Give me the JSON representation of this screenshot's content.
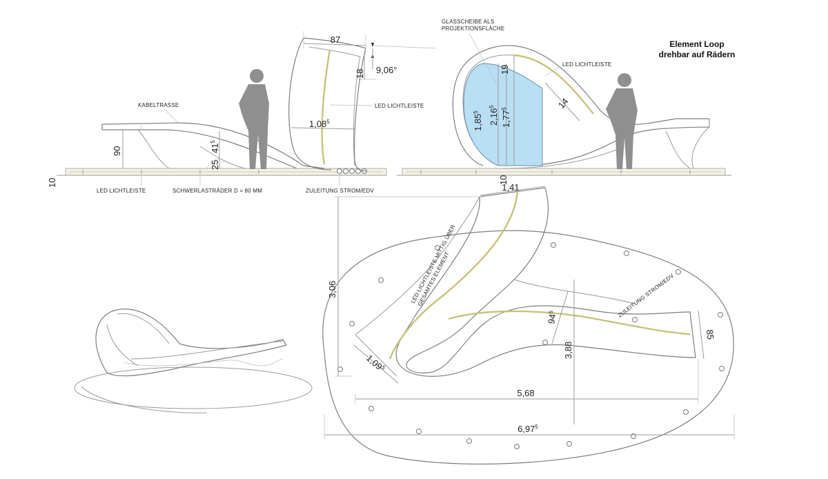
{
  "title": {
    "line1": "Element Loop",
    "line2": "drehbar auf Rädern"
  },
  "labels": {
    "kabeltrasse": "KABELTRASSE",
    "led_lichtleiste_left": "LED LICHTLEISTE",
    "led_lichtleiste_mid": "LED LICHTLEISTE",
    "led_lichtleiste_right": "LED LICHTLEISTE",
    "schwerlastraeder": "SCHWERLASTRÄDER  D = 80 MM",
    "zuleitung_side": "ZULEITUNG STROM/EDV",
    "glasscheibe_line1": "GLASSCHEIBE ALS",
    "glasscheibe_line2": "PROJEKTIONSFLÄCHE",
    "plan_led_line1": "LED LICHTLEISTE MITTIG ÜBER",
    "plan_led_line2": "GESAMTES ELEMENT",
    "plan_zuleitung": "ZULEITUNG STROM/EDV"
  },
  "dimensions": {
    "d90": "90",
    "d41": "41",
    "d41_sup": "5",
    "d25": "25",
    "d10_left": "10",
    "d87": "87",
    "d18": "18",
    "angle": "9,06°",
    "d108": "1,08",
    "d108_sup": "5",
    "d19": "19",
    "d185": "1,85",
    "d185_sup": "5",
    "d216": "2,16",
    "d216_sup": "5",
    "d177": "1,77",
    "d177_sup": "5",
    "d14": "14",
    "d10_mid": "10",
    "d141": "1,41",
    "d306": "3,06",
    "d109": "1,09",
    "d109_sup": "5",
    "d94": "94",
    "d94_sup": "5",
    "d388": "3,88",
    "d85": "85",
    "d568": "5,68",
    "d697": "6,97",
    "d697_sup": "5"
  }
}
